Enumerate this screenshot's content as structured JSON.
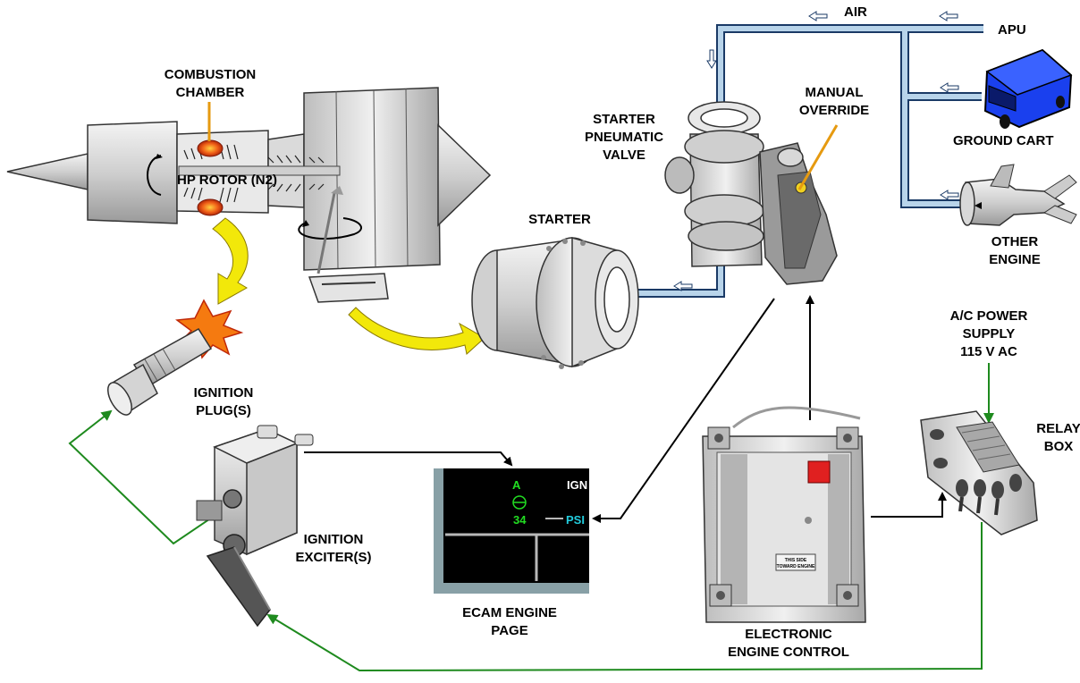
{
  "labels": {
    "air": "AIR",
    "apu": "APU",
    "ground_cart": "GROUND CART",
    "other_engine": [
      "OTHER",
      "ENGINE"
    ],
    "combustion_chamber": [
      "COMBUSTION",
      "CHAMBER"
    ],
    "hp_rotor": "HP ROTOR (N2)",
    "starter_pneumatic_valve": [
      "STARTER",
      "PNEUMATIC",
      "VALVE"
    ],
    "manual_override": [
      "MANUAL",
      "OVERRIDE"
    ],
    "starter": "STARTER",
    "ignition_plugs": [
      "IGNITION",
      "PLUG(S)"
    ],
    "ignition_exciters": [
      "IGNITION",
      "EXCITER(S)"
    ],
    "ecam_engine_page": [
      "ECAM ENGINE",
      "PAGE"
    ],
    "electronic_engine_control": [
      "ELECTRONIC",
      "ENGINE CONTROL"
    ],
    "ac_power_supply": [
      "A/C POWER",
      "SUPPLY",
      "115 V AC"
    ],
    "relay_box": [
      "RELAY",
      "BOX"
    ]
  },
  "ecam": {
    "channel": "A",
    "title": "IGN",
    "value": "34",
    "unit": "PSI"
  },
  "eec_plate": [
    "THIS SIDE",
    "TOWARD ENGINE"
  ],
  "colors": {
    "air_duct": "#b8d4ea",
    "air_duct_outline": "#1a3a66",
    "electrical_line": "#1e8a1e",
    "signal_line": "#000000",
    "heat_arrow": "#f2e80a",
    "combustion_glow": "#e04010",
    "ground_cart": "#1a40ee",
    "ecam_background": "#000000",
    "ecam_frame": "#88a0a6"
  }
}
